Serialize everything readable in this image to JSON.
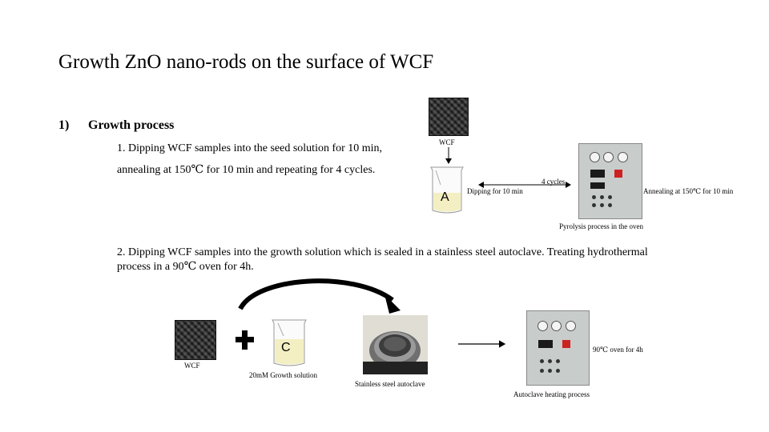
{
  "title": "Growth ZnO nano-rods on the surface of WCF",
  "section": {
    "number": "1)",
    "title": "Growth process"
  },
  "step1": {
    "line1": "1. Dipping WCF samples into the seed solution for 10 min,",
    "line2": "annealing at 150℃ for 10 min and repeating for 4 cycles."
  },
  "step2": {
    "line1": "2. Dipping WCF samples into the growth solution which is sealed in a stainless steel autoclave. Treating hydrothermal",
    "line2": "process  in a 90℃ oven for 4h."
  },
  "diagram1": {
    "wcf_label": "WCF",
    "beaker_label": "A",
    "dipping_label": "Dipping for 10 min",
    "cycles_label": "4 cycles",
    "annealing_label": "Annealing at 150℃ for 10 min",
    "oven_label": "Pyrolysis process in the oven"
  },
  "diagram2": {
    "wcf_label": "WCF",
    "beaker_label": "C",
    "solution_label": "20mM Growth solution",
    "autoclave_label": "Stainless steel autoclave",
    "oven_temp_label": "90℃ oven for 4h",
    "oven_label": "Autoclave heating process"
  },
  "colors": {
    "liquid": "#f3efc2",
    "arrow": "#000000",
    "carbon": "#2a2a2a"
  }
}
